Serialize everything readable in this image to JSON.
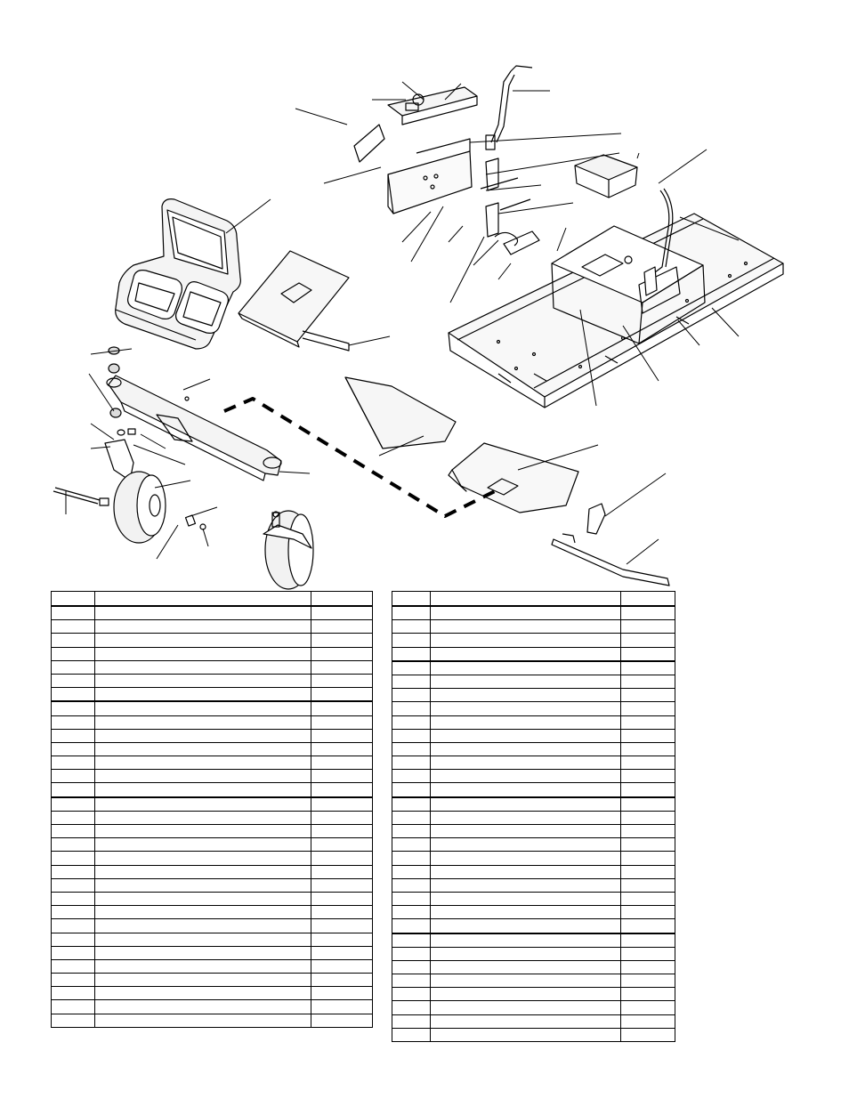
{
  "page": {
    "type": "parts-breakdown",
    "diagram": {
      "icons": [
        "seat-icon",
        "seat-mount-plate-icon",
        "front-axle-icon",
        "caster-wheel-icon",
        "frame-icon",
        "fuel-tank-tray-icon",
        "control-bracket-icon",
        "steering-lever-icon",
        "foot-plate-icon",
        "floor-pan-icon",
        "linkage-rod-icon",
        "pivot-bracket-icon"
      ]
    },
    "tables": {
      "left": {
        "rows": 31,
        "group_breaks": [
          7,
          14
        ],
        "columns": [
          "",
          "",
          ""
        ]
      },
      "right": {
        "rows": 32,
        "group_breaks": [
          4,
          14,
          24
        ],
        "columns": [
          "",
          "",
          ""
        ]
      }
    }
  }
}
